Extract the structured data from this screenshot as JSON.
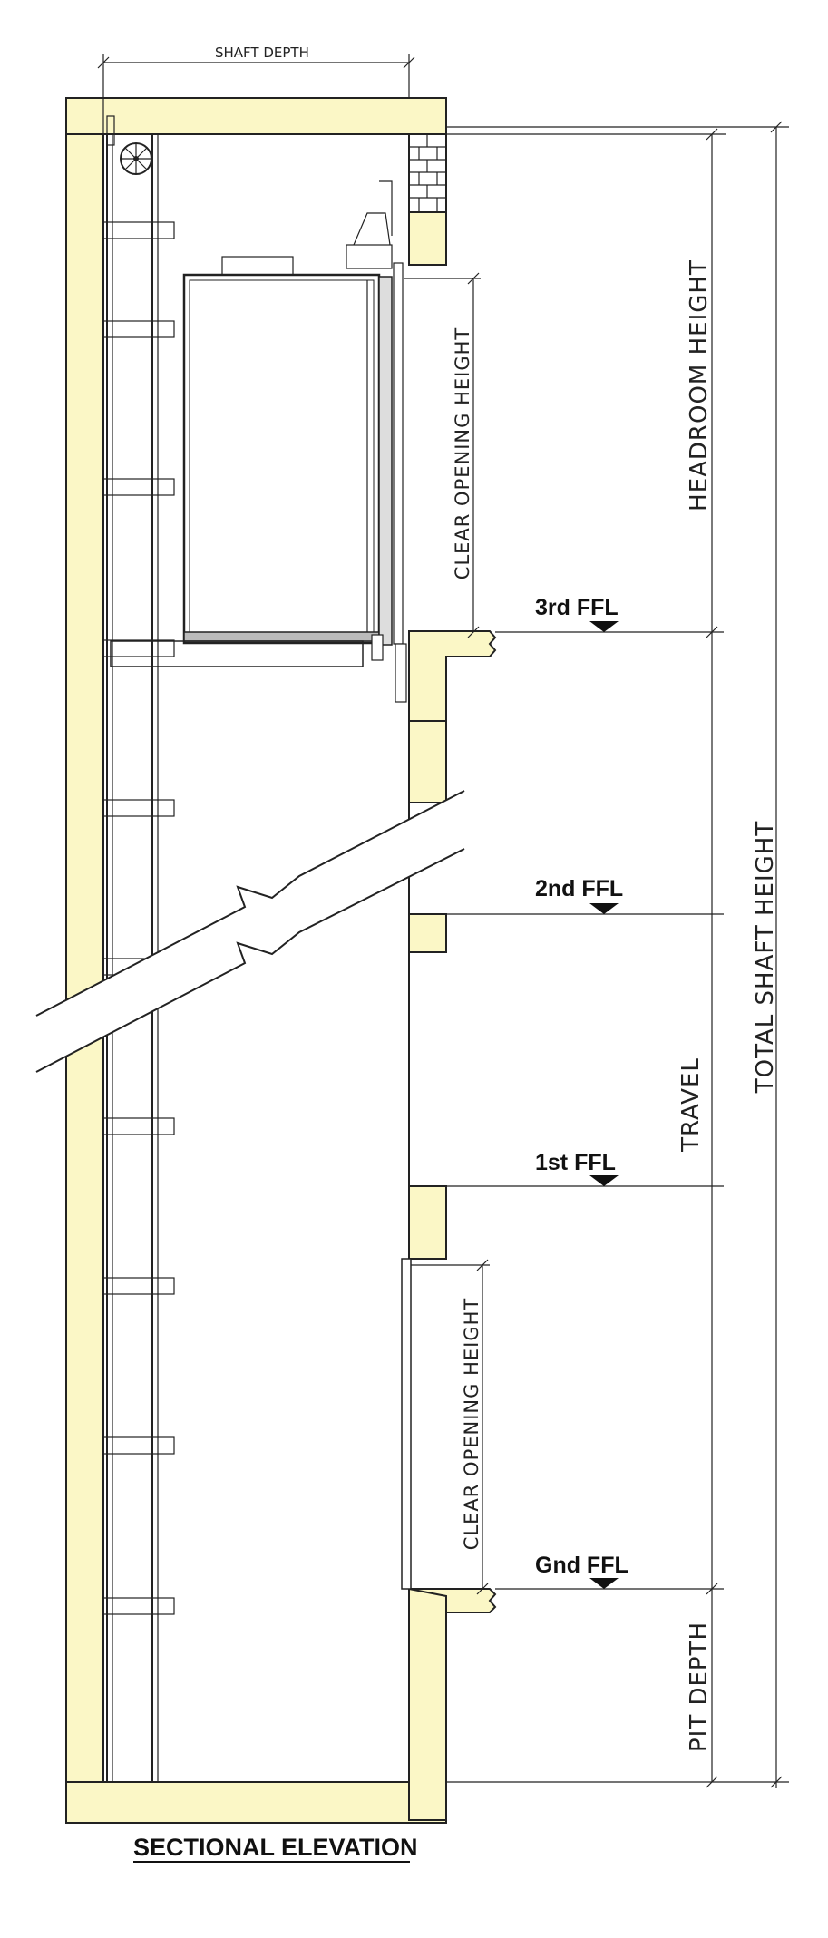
{
  "drawing": {
    "title": "SECTIONAL ELEVATION",
    "dimensions": {
      "shaft_depth": "SHAFT DEPTH",
      "headroom_height": "HEADROOM HEIGHT",
      "total_shaft_height": "TOTAL SHAFT HEIGHT",
      "travel": "TRAVEL",
      "pit_depth": "PIT DEPTH",
      "clear_opening_upper": "CLEAR OPENING HEIGHT",
      "clear_opening_lower": "CLEAR OPENING HEIGHT"
    },
    "levels": [
      "3rd FFL",
      "2nd FFL",
      "1st FFL",
      "Gnd FFL"
    ],
    "colors": {
      "concrete_fill": "#fbf7c6",
      "linework": "#222222"
    }
  }
}
